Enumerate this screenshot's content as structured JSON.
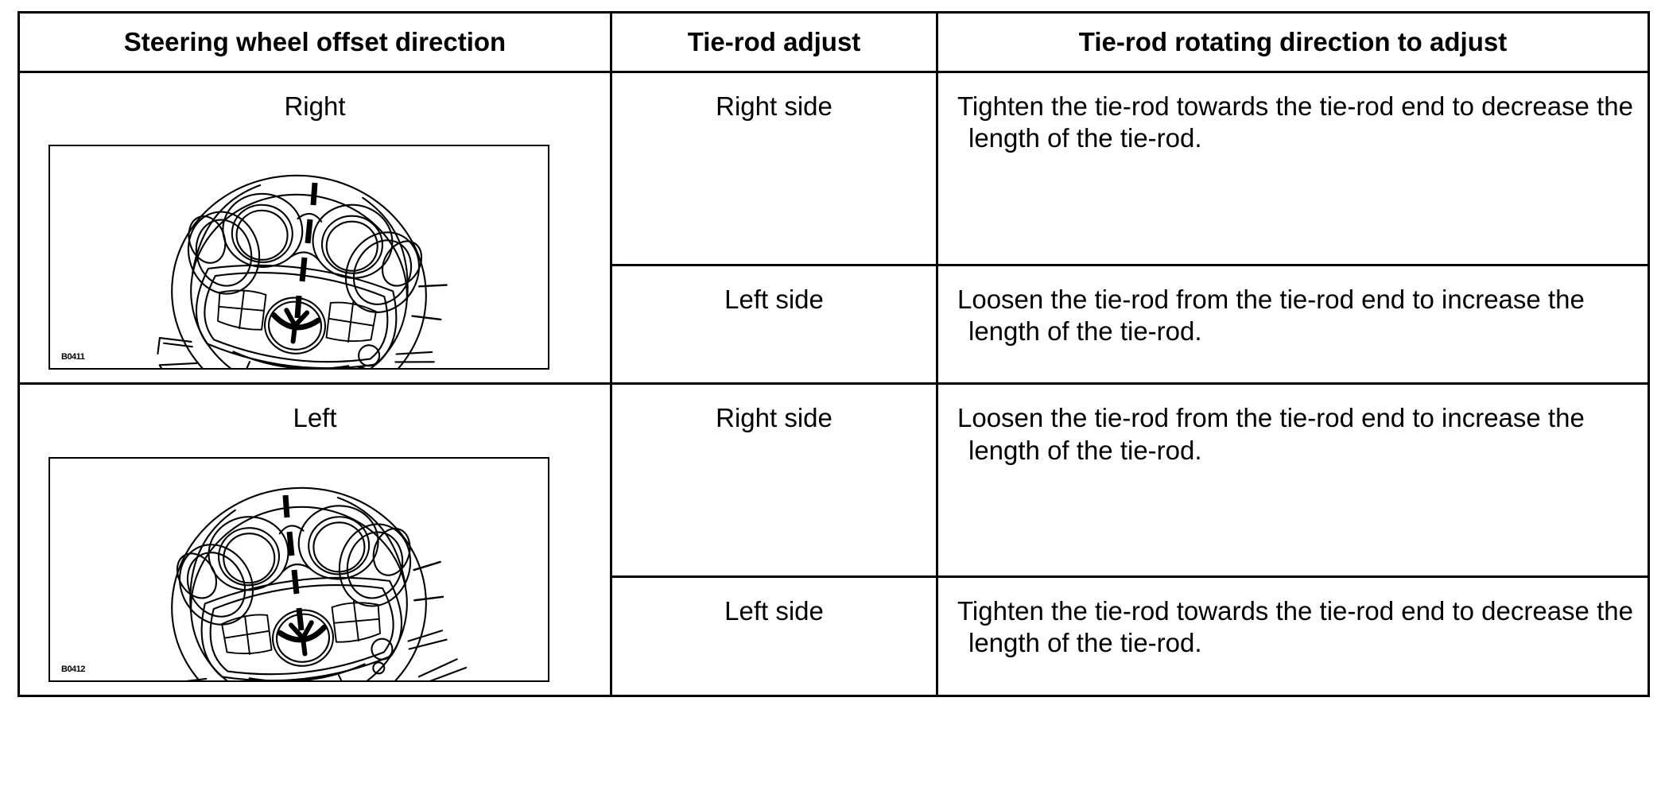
{
  "table": {
    "headers": [
      "Steering wheel offset direction",
      "Tie-rod adjust",
      "Tie-rod rotating direction to adjust"
    ],
    "rows": [
      {
        "offset_direction": "Right",
        "illustration_id": "B0411",
        "illustration_name": "steering-wheel-offset-right-diagram",
        "adjustments": [
          {
            "tie_rod_adjust": "Right side",
            "rotating_direction": "Tighten the tie-rod towards the tie-rod end to decrease the length of the tie-rod."
          },
          {
            "tie_rod_adjust": "Left side",
            "rotating_direction": "Loosen the tie-rod from the tie-rod end to increase the length of the tie-rod."
          }
        ]
      },
      {
        "offset_direction": "Left",
        "illustration_id": "B0412",
        "illustration_name": "steering-wheel-offset-left-diagram",
        "adjustments": [
          {
            "tie_rod_adjust": "Right side",
            "rotating_direction": "Loosen the tie-rod from the tie-rod end to increase the length of the tie-rod."
          },
          {
            "tie_rod_adjust": "Left side",
            "rotating_direction": "Tighten the tie-rod towards the tie-rod end to decrease the length of the tie-rod."
          }
        ]
      }
    ]
  },
  "colors": {
    "border": "#000000",
    "text": "#000000",
    "background": "#ffffff"
  }
}
